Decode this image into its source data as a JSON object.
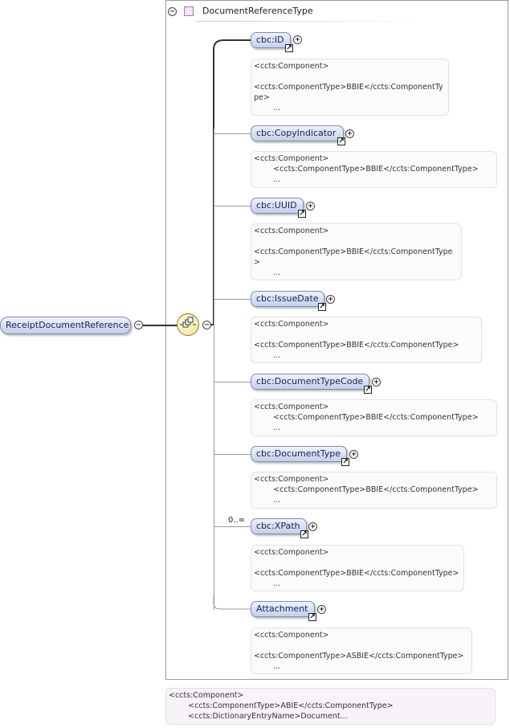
{
  "type_box": {
    "title": "DocumentReferenceType"
  },
  "root_element": {
    "label": "ReceiptDocumentReference"
  },
  "elements": [
    {
      "label": "cbc:ID",
      "annotation": "<ccts:Component>\n\n<ccts:ComponentType>BBIE</ccts:ComponentTy\npe>\n        ..."
    },
    {
      "label": "cbc:CopyIndicator",
      "annotation": "<ccts:Component>\n        <ccts:ComponentType>BBIE</ccts:ComponentType>\n        ..."
    },
    {
      "label": "cbc:UUID",
      "annotation": "<ccts:Component>\n\n<ccts:ComponentType>BBIE</ccts:ComponentType\n>\n        ..."
    },
    {
      "label": "cbc:IssueDate",
      "annotation": "<ccts:Component>\n\n<ccts:ComponentType>BBIE</ccts:ComponentType>\n        ..."
    },
    {
      "label": "cbc:DocumentTypeCode",
      "annotation": "<ccts:Component>\n        <ccts:ComponentType>BBIE</ccts:ComponentType>\n        ..."
    },
    {
      "label": "cbc:DocumentType",
      "annotation": "<ccts:Component>\n        <ccts:ComponentType>BBIE</ccts:ComponentType>\n        ..."
    },
    {
      "label": "cbc:XPath",
      "occurrence": "0..∞",
      "annotation": "<ccts:Component>\n\n<ccts:ComponentType>BBIE</ccts:ComponentType>\n        ..."
    },
    {
      "label": "Attachment",
      "annotation": "<ccts:Component>\n\n<ccts:ComponentType>ASBIE</ccts:ComponentType>\n        ..."
    }
  ],
  "root_annotation": "<ccts:Component>\n        <ccts:ComponentType>ABIE</ccts:ComponentType>\n        <ccts:DictionaryEntryName>Document...",
  "icons": {
    "collapse": "−",
    "expand": "+",
    "reference_arrow": "↗",
    "sequence": "sequence-compositor-icon"
  }
}
